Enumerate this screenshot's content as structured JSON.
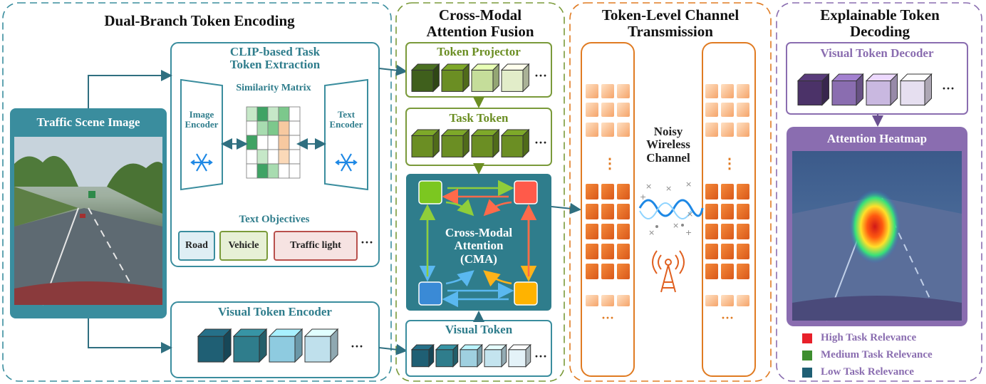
{
  "panels": {
    "encoding": "Dual-Branch Token Encoding",
    "fusion": "Cross-Modal\nAttention Fusion",
    "channel": "Token-Level Channel\nTransmission",
    "decoding": "Explainable Token\nDecoding"
  },
  "encoding": {
    "scene_title": "Traffic Scene Image",
    "clip_title": "CLIP-based Task\nToken Extraction",
    "similarity_matrix": "Similarity Matrix",
    "image_encoder": "Image\nEncoder",
    "text_encoder": "Text\nEncoder",
    "text_objectives": "Text Objectives",
    "objectives": [
      "Road",
      "Vehicle",
      "Traffic light"
    ],
    "visual_encoder_title": "Visual Token Encoder"
  },
  "fusion": {
    "token_projector": "Token Projector",
    "task_token": "Task Token",
    "cma": "Cross-Modal\nAttention\n(CMA)",
    "visual_token": "Visual Token"
  },
  "channel": {
    "noisy": "Noisy\nWireless\nChannel"
  },
  "decoding": {
    "decoder_title": "Visual Token Decoder",
    "heatmap_title": "Attention Heatmap",
    "legend": [
      {
        "label": "High Task Relevance",
        "color": "#e8202a"
      },
      {
        "label": "Medium Task Relevance",
        "color": "#3e8e2f"
      },
      {
        "label": "Low Task Relevance",
        "color": "#1f5f74"
      }
    ]
  },
  "ellipsis": "···",
  "colors": {
    "teal_panel": "#3a8d9e",
    "green_border": "#7a9a3a",
    "orange_border": "#e07b22",
    "purple_border": "#8a6db0",
    "cma_bg": "#2f7d8c"
  },
  "icons": [
    "snowflake-icon",
    "antenna-icon",
    "wave-icon"
  ]
}
